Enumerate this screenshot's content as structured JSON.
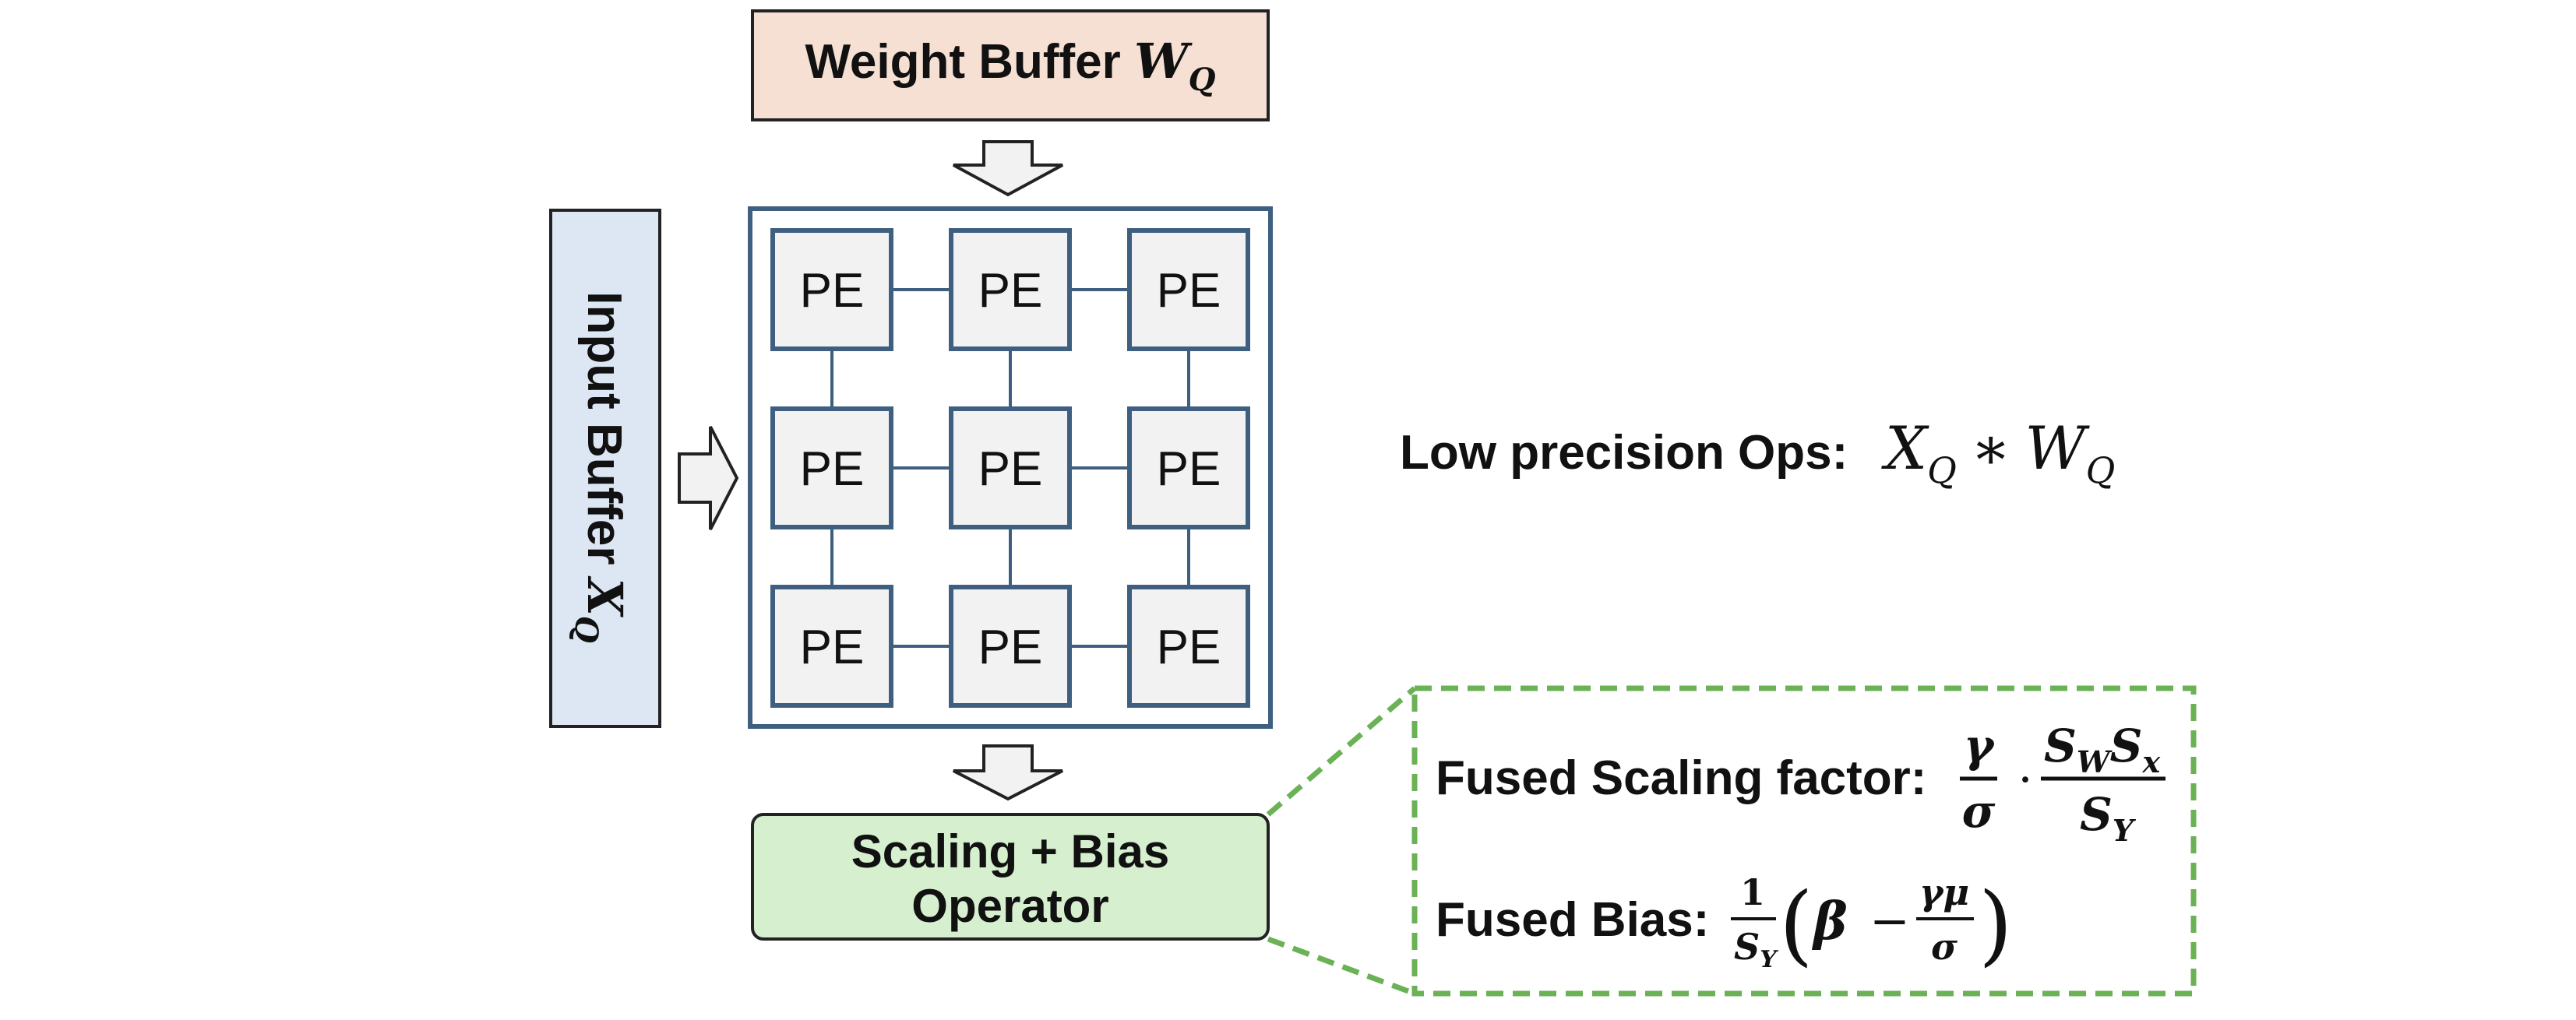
{
  "weight_buffer": {
    "label": "Weight Buffer ",
    "symbol": "W",
    "subscript": "Q"
  },
  "input_buffer": {
    "label": "Input Buffer ",
    "symbol": "X",
    "subscript": "Q"
  },
  "pe_array": {
    "rows": 3,
    "cols": 3,
    "labels": [
      "PE",
      "PE",
      "PE",
      "PE",
      "PE",
      "PE",
      "PE",
      "PE",
      "PE"
    ]
  },
  "scaling_operator": {
    "line1": "Scaling + Bias",
    "line2": "Operator"
  },
  "low_precision": {
    "label": "Low precision Ops: ",
    "x": "X",
    "x_sub": "Q",
    "op": "∗",
    "w": "W",
    "w_sub": "Q"
  },
  "fused_scaling": {
    "label": "Fused Scaling factor:",
    "gamma": "γ",
    "sigma": "σ",
    "dot": "·",
    "num_s1": "S",
    "num_s1_sub": "W",
    "num_s2": "S",
    "num_s2_sub": "x",
    "den_s": "S",
    "den_s_sub": "Y"
  },
  "fused_bias": {
    "label": "Fused Bias:",
    "one": "1",
    "den_s": "S",
    "den_s_sub": "Y",
    "lparen": "(",
    "beta": "β",
    "minus": "−",
    "gamma_mu": "γμ",
    "sigma": "σ",
    "rparen": ")"
  },
  "colors": {
    "weight_fill": "#F5E0D3",
    "input_fill": "#DCE7F3",
    "operator_fill": "#D5EFCF",
    "pe_fill": "#F2F2F2",
    "array_stroke": "#3E5F80",
    "dashed_green": "#6BB257",
    "arrow_fill": "#F2F2F2",
    "dark": "#111111"
  }
}
